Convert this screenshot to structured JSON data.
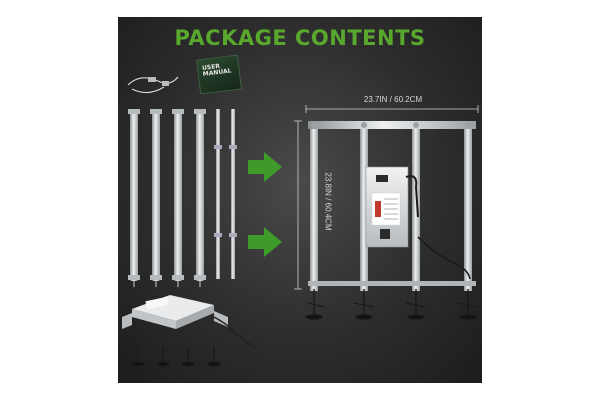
{
  "title": "PACKAGE CONTENTS",
  "manual_label": "USER MANUAL",
  "dimensions": {
    "width": "23.7IN / 60.2CM",
    "height": "23.8IN / 60.4CM"
  },
  "colors": {
    "title_green": "#5aa72e",
    "arrow_green": "#3e9b2a",
    "background": "#2d2d2d",
    "bar_silver": "#cfd3d6",
    "driver_red_label": "#c0392b"
  },
  "icons": [
    "arrow-right-icon",
    "arrow-right-icon"
  ]
}
